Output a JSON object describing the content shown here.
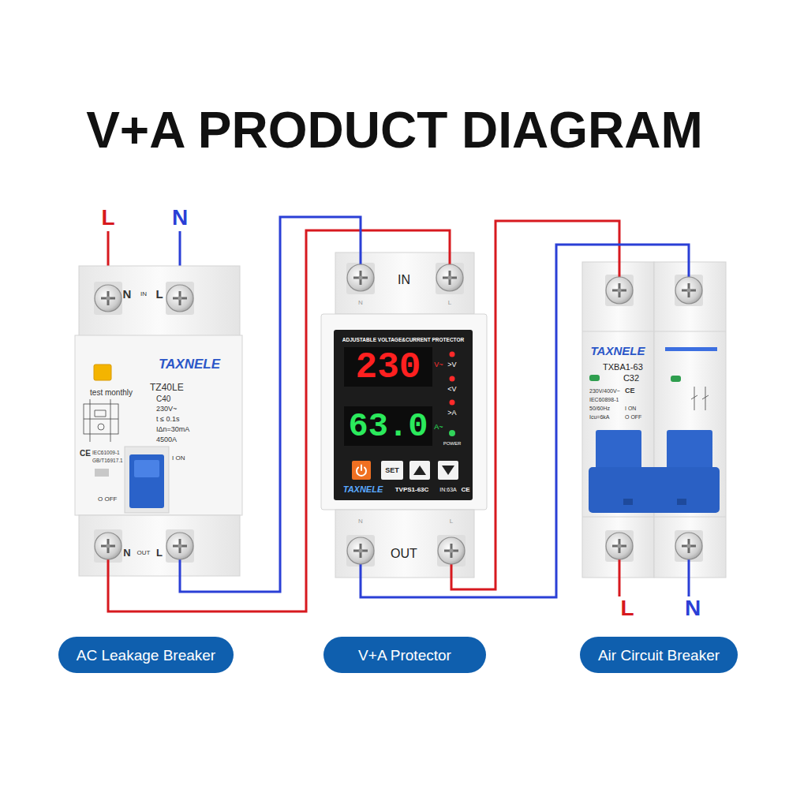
{
  "diagram": {
    "title": "V+A PRODUCT DIAGRAM",
    "nodes": [
      {
        "text": [
          "N",
          "IN",
          "L",
          "TAXNELE",
          "test monthly",
          "TZ40LE",
          "C40",
          "230V~",
          "t ≤ 0.1s",
          "IΔn=30mA",
          "4500A",
          "I ON",
          "CE",
          "IEC61009-1",
          "GB/T16917.1",
          "O OFF",
          "N",
          "OUT",
          "L"
        ]
      },
      {
        "text": [
          "IN",
          "N",
          "L",
          "ADJUSTABLE VOLTAGE&CURRENT PROTECTOR",
          "230",
          "V~",
          ">V",
          "<V",
          "63.0",
          "A~",
          ">A",
          "POWER",
          "SET",
          "TAXNELE",
          "TVPS1-63C",
          "IN:63A",
          "CE",
          "N",
          "L",
          "OUT"
        ]
      },
      {
        "text": [
          "TAXNELE",
          "TXBA1-63",
          "C32",
          "230V/400V~",
          "CE",
          "IEC60898-1",
          "50/60Hz",
          "Icu=6kA",
          "I ON",
          "O OFF"
        ]
      },
      {
        "text": [
          "AC Leakage Breaker"
        ]
      },
      {
        "text": [
          "V+A Protector"
        ]
      },
      {
        "text": [
          "Air Circuit Breaker"
        ]
      }
    ],
    "edges": [
      {
        "from": 0,
        "to": 1,
        "arrow": "none"
      },
      {
        "from": 0,
        "to": 1,
        "arrow": "none"
      },
      {
        "from": 1,
        "to": 2,
        "arrow": "none"
      },
      {
        "from": 1,
        "to": 2,
        "arrow": "none"
      }
    ],
    "labels": [
      "L",
      "N",
      "L",
      "N"
    ]
  }
}
